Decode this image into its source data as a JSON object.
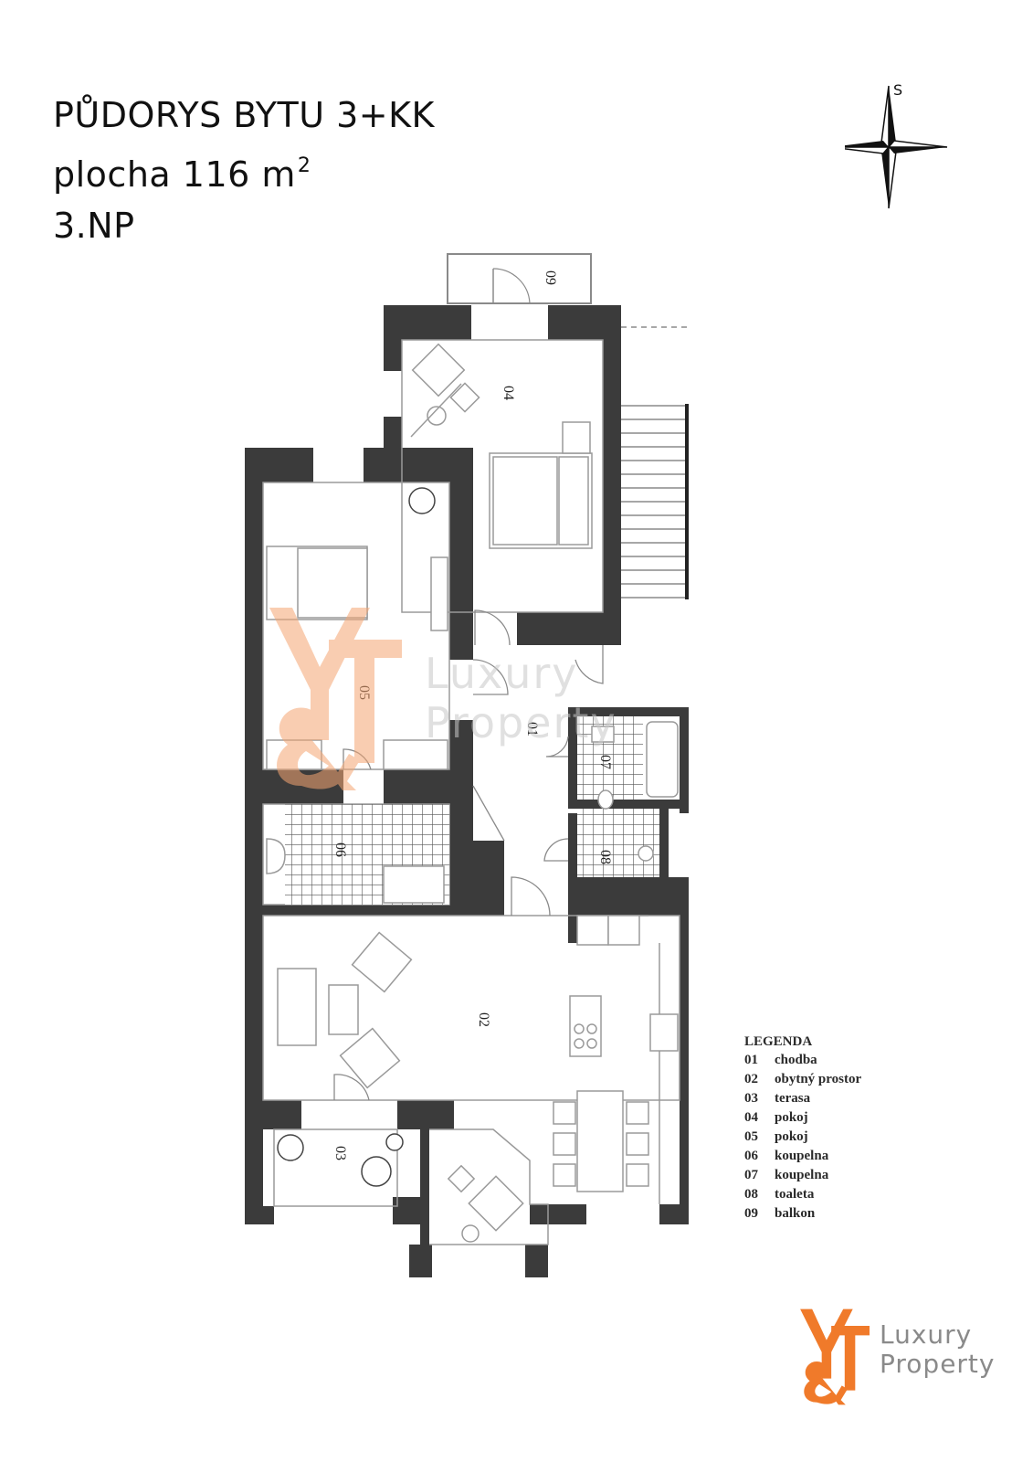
{
  "title": {
    "line1": "PŮDORYS BYTU 3+KK",
    "line2_prefix": "plocha 116 m",
    "line2_sup": "2",
    "line3": "3.NP"
  },
  "compass": {
    "label": "S"
  },
  "rooms": [
    {
      "id": "01",
      "label": "01"
    },
    {
      "id": "02",
      "label": "02"
    },
    {
      "id": "03",
      "label": "03"
    },
    {
      "id": "04",
      "label": "04"
    },
    {
      "id": "05",
      "label": "05"
    },
    {
      "id": "06",
      "label": "06"
    },
    {
      "id": "07",
      "label": "07"
    },
    {
      "id": "08",
      "label": "08"
    },
    {
      "id": "09",
      "label": "09"
    }
  ],
  "legend": {
    "heading": "LEGENDA",
    "items": [
      {
        "num": "01",
        "name": "chodba"
      },
      {
        "num": "02",
        "name": "obytný prostor"
      },
      {
        "num": "03",
        "name": "terasa"
      },
      {
        "num": "04",
        "name": "pokoj"
      },
      {
        "num": "05",
        "name": "pokoj"
      },
      {
        "num": "06",
        "name": "koupelna"
      },
      {
        "num": "07",
        "name": "koupelna"
      },
      {
        "num": "08",
        "name": "toaleta"
      },
      {
        "num": "09",
        "name": "balkon"
      }
    ]
  },
  "brand": {
    "line1": "Luxury",
    "line2": "Property",
    "accent": "#f07a2a",
    "text_color": "#8a8a8a"
  },
  "colors": {
    "wall": "#3b3b3b",
    "line": "#9a9a9a",
    "tile": "#555555"
  }
}
